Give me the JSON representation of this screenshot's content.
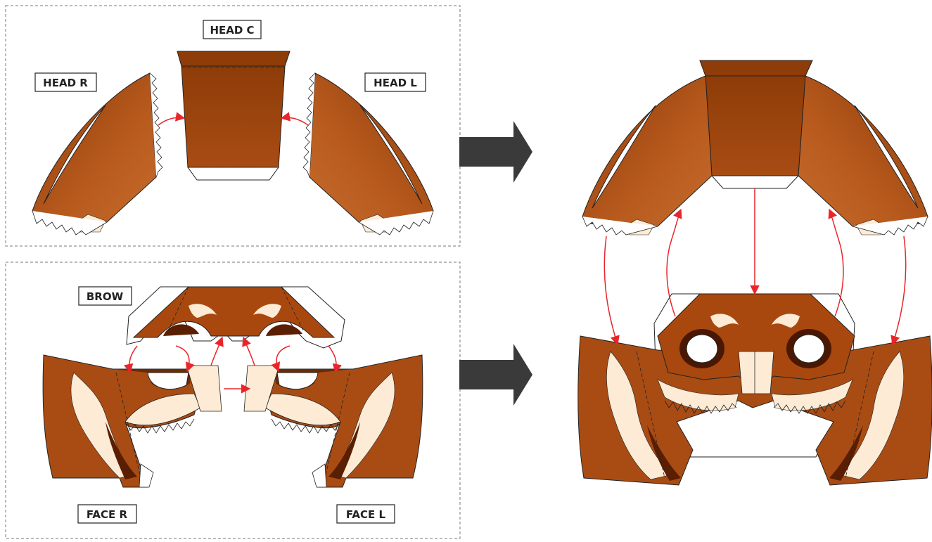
{
  "labels": {
    "head_c": "HEAD C",
    "head_r": "HEAD R",
    "head_l": "HEAD L",
    "brow": "BROW",
    "face_r": "FACE R",
    "face_l": "FACE L"
  },
  "colors": {
    "fur_dark": "#8a3a06",
    "fur_mid": "#b85a1e",
    "fur_light": "#c2692a",
    "cream": "#fdebd6",
    "arrow_red": "#e8262a",
    "big_arrow": "#3a3a3a",
    "panel_border": "#777777"
  }
}
